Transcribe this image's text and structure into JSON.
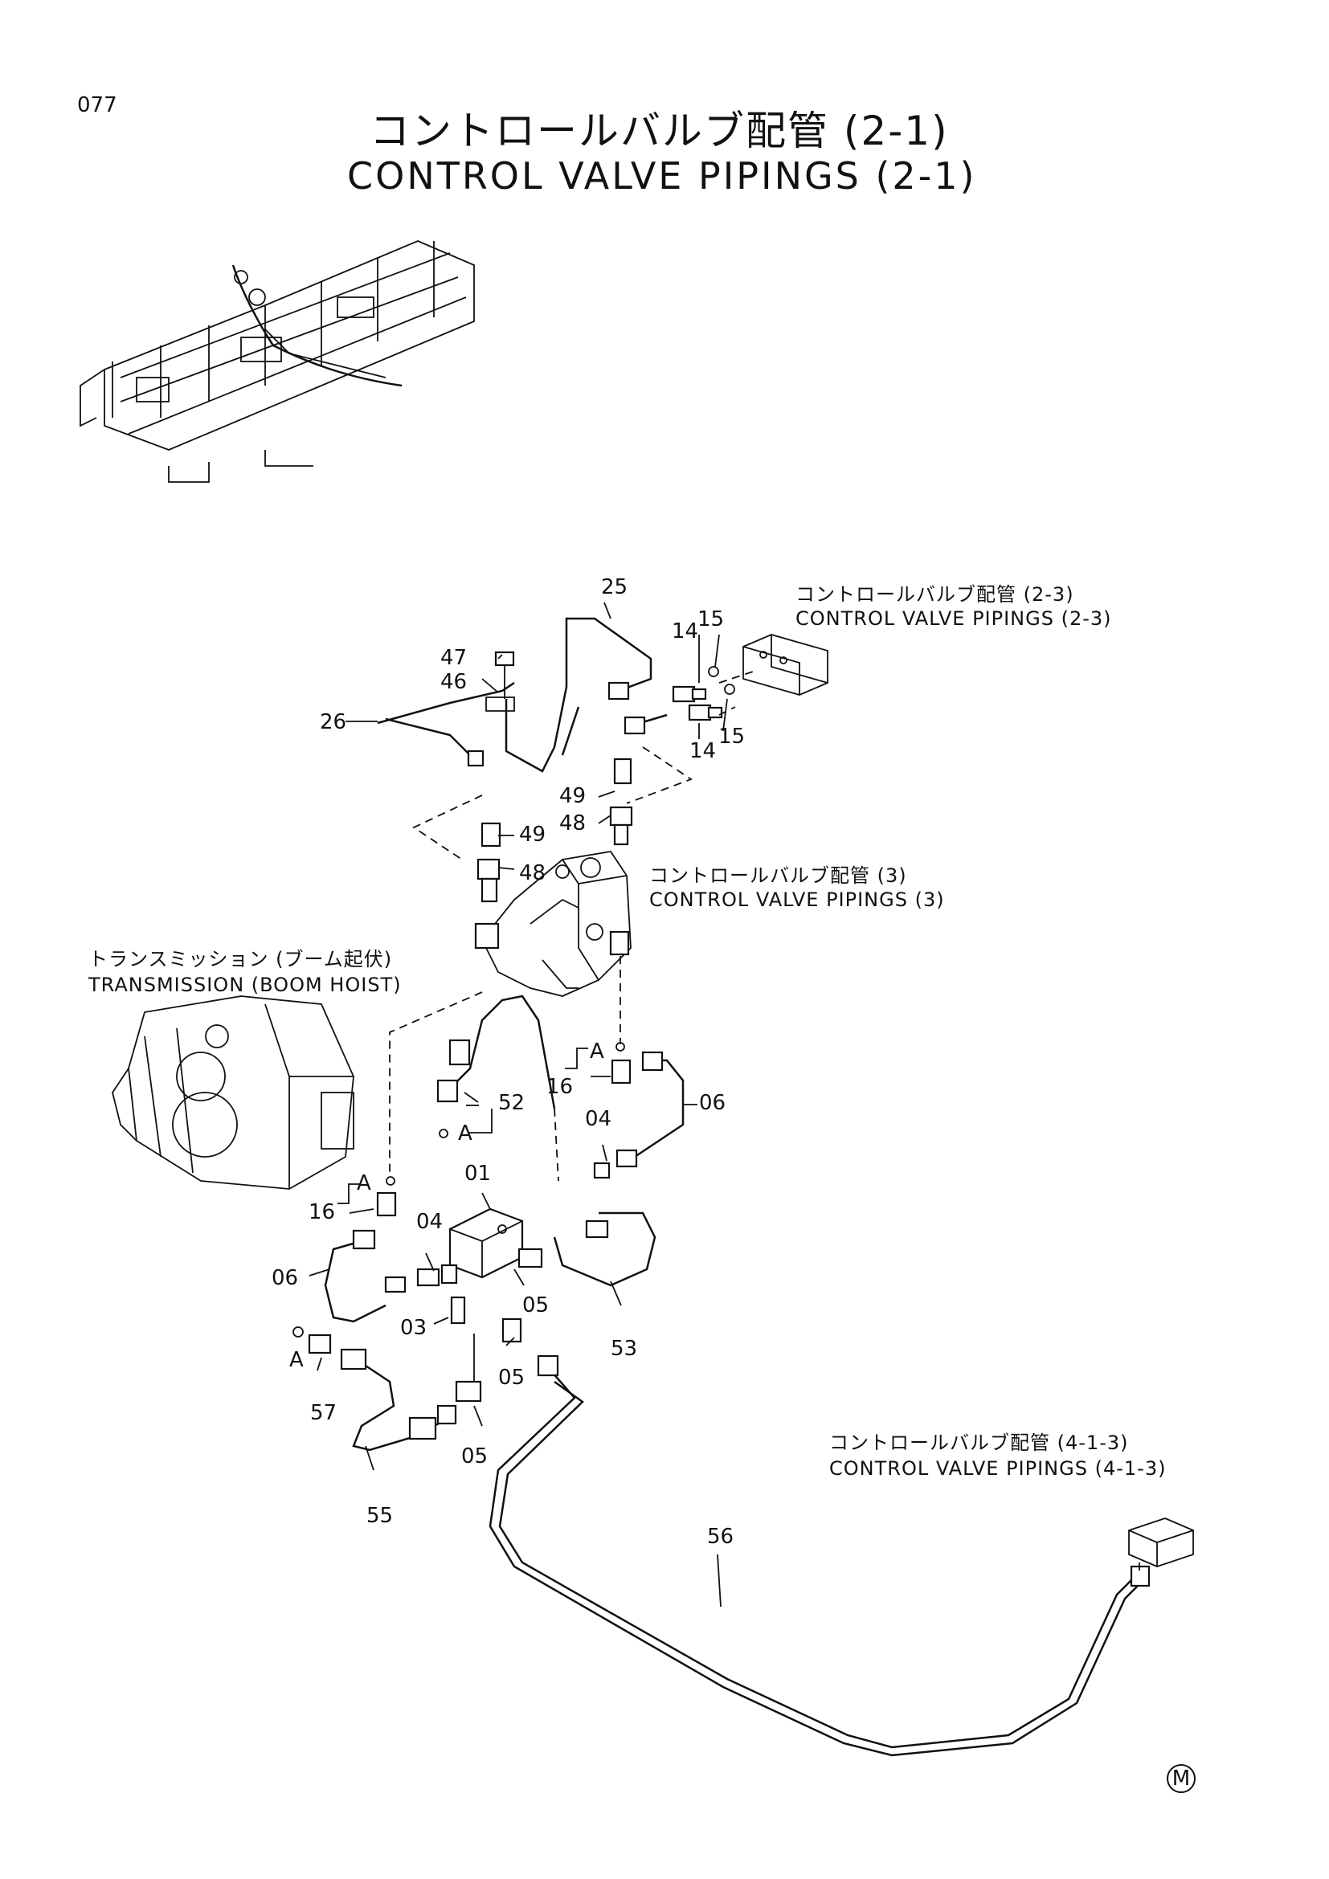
{
  "page": {
    "number": "077"
  },
  "title": {
    "jp": "コントロールバルブ配管 (2-1)",
    "en": "CONTROL VALVE PIPINGS (2-1)"
  },
  "references": {
    "r23": {
      "jp": "コントロールバルブ配管 (2-3)",
      "en": "CONTROL VALVE PIPINGS (2-3)"
    },
    "r3": {
      "jp": "コントロールバルブ配管 (3)",
      "en": "CONTROL VALVE PIPINGS (3)"
    },
    "trans": {
      "jp": "トランスミッション (ブーム起伏)",
      "en": "TRANSMISSION  (BOOM HOIST)"
    },
    "r413": {
      "jp": "コントロールバルブ配管 (4-1-3)",
      "en": "CONTROL VALVE PIPINGS (4-1-3)"
    }
  },
  "callouts": {
    "c25": "25",
    "c15a": "15",
    "c14a": "14",
    "c47": "47",
    "c46": "46",
    "c26": "26",
    "c14b": "14",
    "c15b": "15",
    "c49a": "49",
    "c48a": "48",
    "c49b": "49",
    "c48b": "48",
    "c16a": "16",
    "c06a": "06",
    "c04a": "04",
    "c52": "52",
    "c01": "01",
    "c16b": "16",
    "c04b": "04",
    "c06b": "06",
    "c03": "03",
    "c05a": "05",
    "c05b": "05",
    "c05c": "05",
    "c53": "53",
    "c57": "57",
    "c55": "55",
    "c56": "56",
    "a1": "A",
    "a2": "A",
    "a3": "A",
    "a4": "A"
  },
  "mark": "M"
}
